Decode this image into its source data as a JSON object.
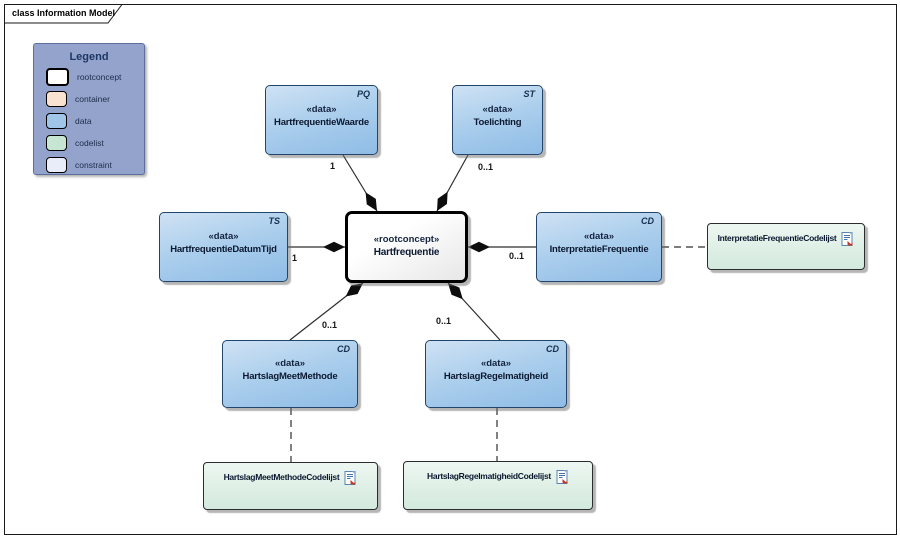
{
  "frame": {
    "tab_label": "class Information Model"
  },
  "legend": {
    "title": "Legend",
    "items": [
      {
        "label": "rootconcept",
        "color": "#ffffff"
      },
      {
        "label": "container",
        "color": "#fae2d0"
      },
      {
        "label": "data",
        "color": "#9fc6e8"
      },
      {
        "label": "codelist",
        "color": "#c6e5d2"
      },
      {
        "label": "constraint",
        "color": "#e9ecf9"
      }
    ]
  },
  "nodes": {
    "root": {
      "stereotype": "«rootconcept»",
      "name": "Hartfrequentie"
    },
    "waarde": {
      "stereotype": "«data»",
      "name": "HartfrequentieWaarde",
      "type": "PQ"
    },
    "toelichting": {
      "stereotype": "«data»",
      "name": "Toelichting",
      "type": "ST"
    },
    "datumtijd": {
      "stereotype": "«data»",
      "name": "HartfrequentieDatumTijd",
      "type": "TS"
    },
    "interpretatie": {
      "stereotype": "«data»",
      "name": "InterpretatieFrequentie",
      "type": "CD"
    },
    "meetmethode": {
      "stereotype": "«data»",
      "name": "HartslagMeetMethode",
      "type": "CD"
    },
    "regelmatigheid": {
      "stereotype": "«data»",
      "name": "HartslagRegelmatigheid",
      "type": "CD"
    }
  },
  "codelists": {
    "interpretatie": {
      "name": "InterpretatieFrequentieCodelijst"
    },
    "meetmethode": {
      "name": "HartslagMeetMethodeCodelijst"
    },
    "regelmatigheid": {
      "name": "HartslagRegelmatigheidCodelijst"
    }
  },
  "multiplicities": {
    "waarde": "1",
    "toelichting": "0..1",
    "datumtijd": "1",
    "interpretatie": "0..1",
    "meetmethode": "0..1",
    "regelmatigheid": "0..1"
  },
  "colors": {
    "legend_background": "#93a3cb",
    "data_fill": "#9fc6e8",
    "data_border": "#24456b",
    "codelist_fill": "#d3e9dd",
    "rootconcept_border": "#000000",
    "connector": "#2e2e2e"
  }
}
